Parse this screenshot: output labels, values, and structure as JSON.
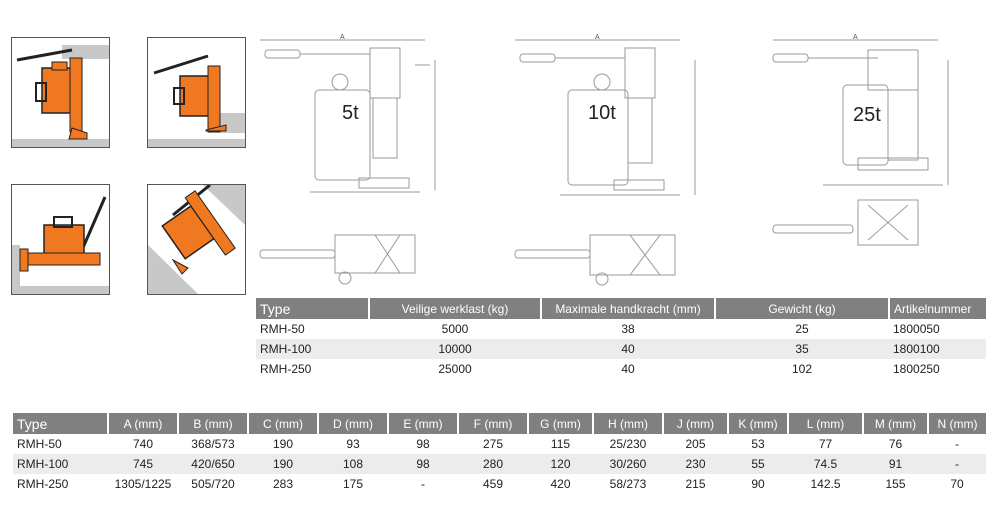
{
  "drawings": [
    {
      "capacity_label": "5t"
    },
    {
      "capacity_label": "10t"
    },
    {
      "capacity_label": "25t"
    }
  ],
  "dimension_letters": [
    "A",
    "B",
    "C",
    "D",
    "E",
    "F",
    "G",
    "H",
    "J",
    "K",
    "L",
    "M",
    "N"
  ],
  "colors": {
    "jack_orange": "#f07820",
    "header_gray": "#808080",
    "row_alt": "#ececec",
    "line_gray": "#9a9a9a"
  },
  "table1": {
    "headers": [
      "Type",
      "Veilige werklast (kg)",
      "Maximale handkracht (mm)",
      "Gewicht (kg)",
      "Artikelnummer"
    ],
    "rows": [
      [
        "RMH-50",
        "5000",
        "38",
        "25",
        "1800050"
      ],
      [
        "RMH-100",
        "10000",
        "40",
        "35",
        "1800100"
      ],
      [
        "RMH-250",
        "25000",
        "40",
        "102",
        "1800250"
      ]
    ]
  },
  "table2": {
    "headers": [
      "Type",
      "A (mm)",
      "B (mm)",
      "C (mm)",
      "D (mm)",
      "E (mm)",
      "F (mm)",
      "G (mm)",
      "H (mm)",
      "J (mm)",
      "K (mm)",
      "L (mm)",
      "M (mm)",
      "N (mm)"
    ],
    "rows": [
      [
        "RMH-50",
        "740",
        "368/573",
        "190",
        "93",
        "98",
        "275",
        "115",
        "25/230",
        "205",
        "53",
        "77",
        "76",
        "-"
      ],
      [
        "RMH-100",
        "745",
        "420/650",
        "190",
        "108",
        "98",
        "280",
        "120",
        "30/260",
        "230",
        "55",
        "74.5",
        "91",
        "-"
      ],
      [
        "RMH-250",
        "1305/1225",
        "505/720",
        "283",
        "175",
        "-",
        "459",
        "420",
        "58/273",
        "215",
        "90",
        "142.5",
        "155",
        "70"
      ]
    ]
  }
}
